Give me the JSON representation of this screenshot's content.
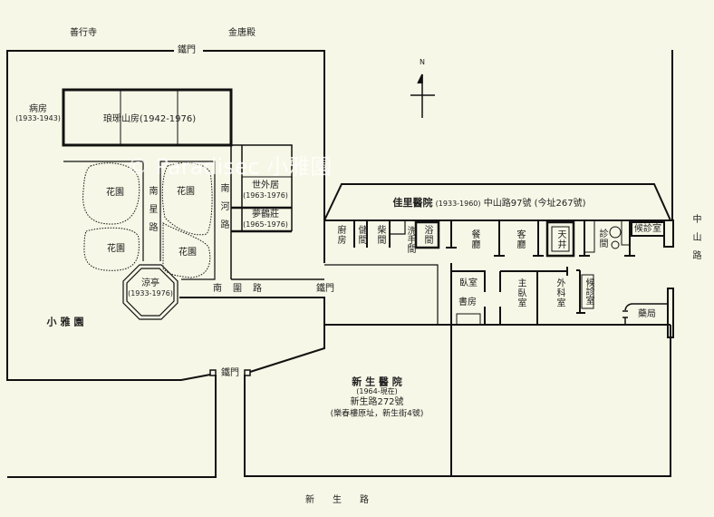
{
  "title": "小雅園 / 佳里醫院 site plan",
  "watermark": "© Paradisec 小雅園",
  "compass": "N",
  "neighbors": {
    "temple_left": "善行寺",
    "temple_right": "金唐殿"
  },
  "gates": {
    "top": "鐵門",
    "south_road": "鐵門",
    "bottom": "鐵門"
  },
  "roads": {
    "nanxing": "南星路",
    "nanhe": "南河路",
    "nanwei": "南圍路",
    "xinsheng": "新生路",
    "zhongshan": "中山路"
  },
  "xiaoya": {
    "name": "小雅園",
    "ward": {
      "name": "病房",
      "years": "(1933-1943)"
    },
    "langya": "琅琊山房(1942-1976)",
    "shiwai": {
      "name": "世外居",
      "years": "(1963-1976)"
    },
    "menghe": {
      "name": "夢鶴莊",
      "years": "(1965-1976)"
    },
    "pavilion": {
      "name": "涼亭",
      "years": "(1933-1976)"
    },
    "gardens": [
      "花園",
      "花園",
      "花園",
      "花園"
    ]
  },
  "jiali": {
    "name": "佳里醫院",
    "years": "(1933-1960)",
    "address": "中山路97號 (今址267號)",
    "rooms": {
      "kitchen": "廚房",
      "storage": "儲間",
      "firewood": "柴間",
      "washroom": "洗手間",
      "bath": "浴間",
      "dining": "餐廳",
      "living": "客廳",
      "courtyard": "天井",
      "clinic": "診間",
      "waiting1": "候診室",
      "bedroom": "臥室",
      "study": "書房",
      "master": "主臥室",
      "surgery": "外科室",
      "waiting2": "候診室",
      "pharmacy": "藥局"
    }
  },
  "xinsheng": {
    "name": "新 生 醫 院",
    "years": "(1964-現在)",
    "address": "新生路272號",
    "note": "(樂春樓原址，新生街4號)"
  }
}
